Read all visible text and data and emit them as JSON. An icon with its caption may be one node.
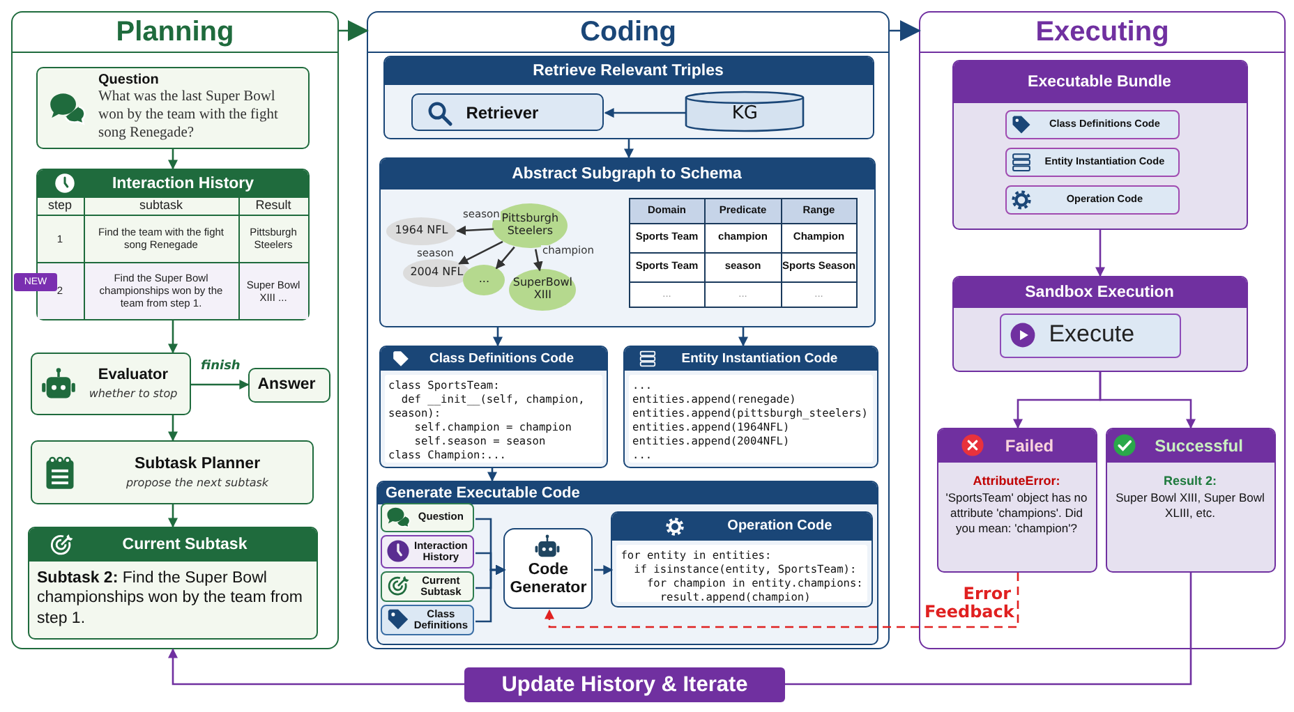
{
  "diagram": {
    "nodes": [
      {
        "text": [
          "Planning"
        ]
      },
      {
        "text": [
          "Question",
          "What was the last Super Bowl won by the team with the fight song Renegade?"
        ],
        "in": 0
      },
      {
        "text": [
          "Interaction History",
          "step",
          "subtask",
          "Result",
          "1",
          "Find the team with the fight song Renegade",
          "Pittsburgh Steelers",
          "2",
          "Find the Super Bowl championships won by the team from step 1.",
          "Super Bowl XIII ..."
        ],
        "in": 0
      },
      {
        "text": [
          "Evaluator",
          "whether to stop"
        ],
        "in": 0
      },
      {
        "text": [
          "Answer"
        ],
        "in": 0
      },
      {
        "text": [
          "Subtask Planner",
          "propose the next subtask"
        ],
        "in": 0
      },
      {
        "text": [
          "Current Subtask",
          "**Subtask 2:** Find the Super Bowl championships won by the team from step 1."
        ],
        "in": 0
      },
      {
        "text": [
          "Coding"
        ]
      },
      {
        "text": [
          "Retrieve Relevant Triples"
        ],
        "in": 7
      },
      {
        "text": [
          "Retriever"
        ],
        "in": 8
      },
      {
        "text": [
          "KG"
        ],
        "in": 8
      },
      {
        "text": [
          "Abstract Subgraph to Schema",
          "Domain",
          "Predicate",
          "Range",
          "Sports Team",
          "champion",
          "Champion",
          "Sports Team",
          "season",
          "Sports Season",
          "...",
          "...",
          "..."
        ],
        "in": 7
      },
      {
        "text": [
          "1964 NFL"
        ],
        "in": 11
      },
      {
        "text": [
          "Pittsburgh Steelers"
        ],
        "in": 11
      },
      {
        "text": [
          "2004 NFL"
        ],
        "in": 11
      },
      {
        "text": [
          "..."
        ],
        "in": 11
      },
      {
        "text": [
          "SuperBowl XIII"
        ],
        "in": 11
      },
      {
        "text": [
          "Class Definitions Code",
          "class SportsTeam:",
          "  def __init__(self, champion, season):",
          "    self.champion = champion",
          "    self.season = season",
          "class Champion:..."
        ],
        "in": 7
      },
      {
        "text": [
          "Entity Instantiation Code",
          "...",
          "entities.append(renegade)",
          "entities.append(pittsburgh_steelers)",
          "entities.append(1964NFL)",
          "entities.append(2004NFL)",
          "..."
        ],
        "in": 7
      },
      {
        "text": [
          "Generate Executable Code"
        ],
        "in": 7
      },
      {
        "text": [
          "Question"
        ],
        "in": 19
      },
      {
        "text": [
          "Interaction History"
        ],
        "in": 19
      },
      {
        "text": [
          "Current Subtask"
        ],
        "in": 19
      },
      {
        "text": [
          "Class Definitions"
        ],
        "in": 19
      },
      {
        "text": [
          "Code Generator"
        ],
        "in": 19
      },
      {
        "text": [
          "Operation Code",
          "for entity in entities:",
          "  if isinstance(entity, SportsTeam):",
          "    for champion in entity.champions:",
          "      result.append(champion)"
        ],
        "in": 19
      },
      {
        "text": [
          "Executing"
        ]
      },
      {
        "text": [
          "Executable Bundle"
        ],
        "in": 26
      },
      {
        "text": [
          "Class Definitions Code"
        ],
        "in": 27
      },
      {
        "text": [
          "Entity Instantiation Code"
        ],
        "in": 27
      },
      {
        "text": [
          "Operation Code"
        ],
        "in": 27
      },
      {
        "text": [
          "Sandbox Execution"
        ],
        "in": 26
      },
      {
        "text": [
          "Execute"
        ],
        "in": 31
      },
      {
        "text": [
          "Failed",
          "AttributeError:",
          "'SportsTeam' object has no attribute 'champions'. Did you mean: 'champion'?"
        ],
        "in": 26
      },
      {
        "text": [
          "Successful",
          "Result 2:",
          "Super Bowl XIII, Super Bowl XLIII, etc."
        ],
        "in": 26
      }
    ],
    "edges": [
      {
        "from": 1,
        "to": 2,
        "arrow": "to",
        "color": "#1f6b3d"
      },
      {
        "from": 2,
        "to": 3,
        "arrow": "to",
        "color": "#1f6b3d"
      },
      {
        "from": 3,
        "to": 4,
        "arrow": "to",
        "label": "finish",
        "color": "#1f6b3d"
      },
      {
        "from": 3,
        "to": 5,
        "arrow": "to",
        "color": "#1f6b3d"
      },
      {
        "from": 5,
        "to": 6,
        "arrow": "to",
        "color": "#1f6b3d"
      },
      {
        "from": 0,
        "to": 7,
        "arrow": "to",
        "color": "#1f6b3d"
      },
      {
        "from": 7,
        "to": 26,
        "arrow": "to"
      },
      {
        "from": 10,
        "to": 9,
        "arrow": "to"
      },
      {
        "from": 8,
        "to": 11,
        "arrow": "to"
      },
      {
        "from": 13,
        "to": 12,
        "arrow": "to",
        "label": "season",
        "color": "#333333"
      },
      {
        "from": 13,
        "to": 14,
        "arrow": "to",
        "label": "season",
        "color": "#333333"
      },
      {
        "from": 13,
        "to": 15,
        "arrow": "to",
        "color": "#333333"
      },
      {
        "from": 13,
        "to": 16,
        "arrow": "to",
        "label": "champion",
        "color": "#333333"
      },
      {
        "from": 11,
        "to": 17,
        "arrow": "to"
      },
      {
        "from": 11,
        "to": 18,
        "arrow": "to"
      },
      {
        "from": 17,
        "to": 19,
        "arrow": "to"
      },
      {
        "from": 20,
        "to": 24,
        "arrow": "to"
      },
      {
        "from": 21,
        "to": 24,
        "arrow": "to"
      },
      {
        "from": 22,
        "to": 24,
        "arrow": "to"
      },
      {
        "from": 23,
        "to": 24,
        "arrow": "to"
      },
      {
        "from": 24,
        "to": 25,
        "arrow": "to"
      },
      {
        "from": 27,
        "to": 31,
        "arrow": "to",
        "color": "#7030a0"
      },
      {
        "from": 31,
        "to": 33,
        "arrow": "to",
        "color": "#7030a0"
      },
      {
        "from": 31,
        "to": 34,
        "arrow": "to",
        "color": "#7030a0"
      },
      {
        "from": 33,
        "to": 24,
        "arrow": "to",
        "label": "Error Feedback",
        "style": "dashed",
        "color": "#e02020"
      },
      {
        "from": 34,
        "to": 0,
        "arrow": "to",
        "label": "Update History & Iterate",
        "color": "#7030a0"
      }
    ],
    "labels": [
      "NEW"
    ]
  }
}
